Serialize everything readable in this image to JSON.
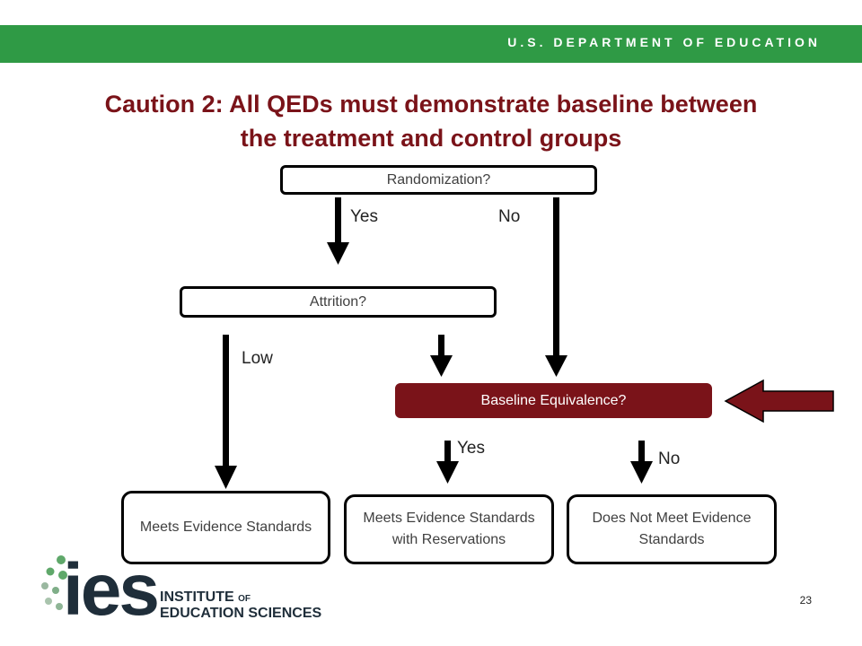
{
  "header": {
    "department": "U.S. DEPARTMENT OF EDUCATION"
  },
  "title": {
    "line1": "Caution 2:  All QEDs must demonstrate baseline between",
    "line2": "the treatment and control groups"
  },
  "flow": {
    "randomization": "Randomization?",
    "yes_top": "Yes",
    "no_top": "No",
    "attrition": "Attrition?",
    "low": "Low",
    "baseline": "Baseline Equivalence?",
    "yes_bottom": "Yes",
    "no_bottom": "No",
    "meets": "Meets Evidence Standards",
    "meets_reservations": "Meets Evidence Standards with Reservations",
    "does_not_meet": "Does Not Meet Evidence Standards"
  },
  "footer": {
    "logo_mark": "ies",
    "logo_line1": "INSTITUTE",
    "logo_of": "OF",
    "logo_line2": "EDUCATION SCIENCES",
    "page_number": "23"
  },
  "colors": {
    "banner_green": "#2f9a45",
    "title_maroon": "#7a1319",
    "highlight_maroon": "#7a1319",
    "logo_dots_green": "#5fa86a"
  }
}
